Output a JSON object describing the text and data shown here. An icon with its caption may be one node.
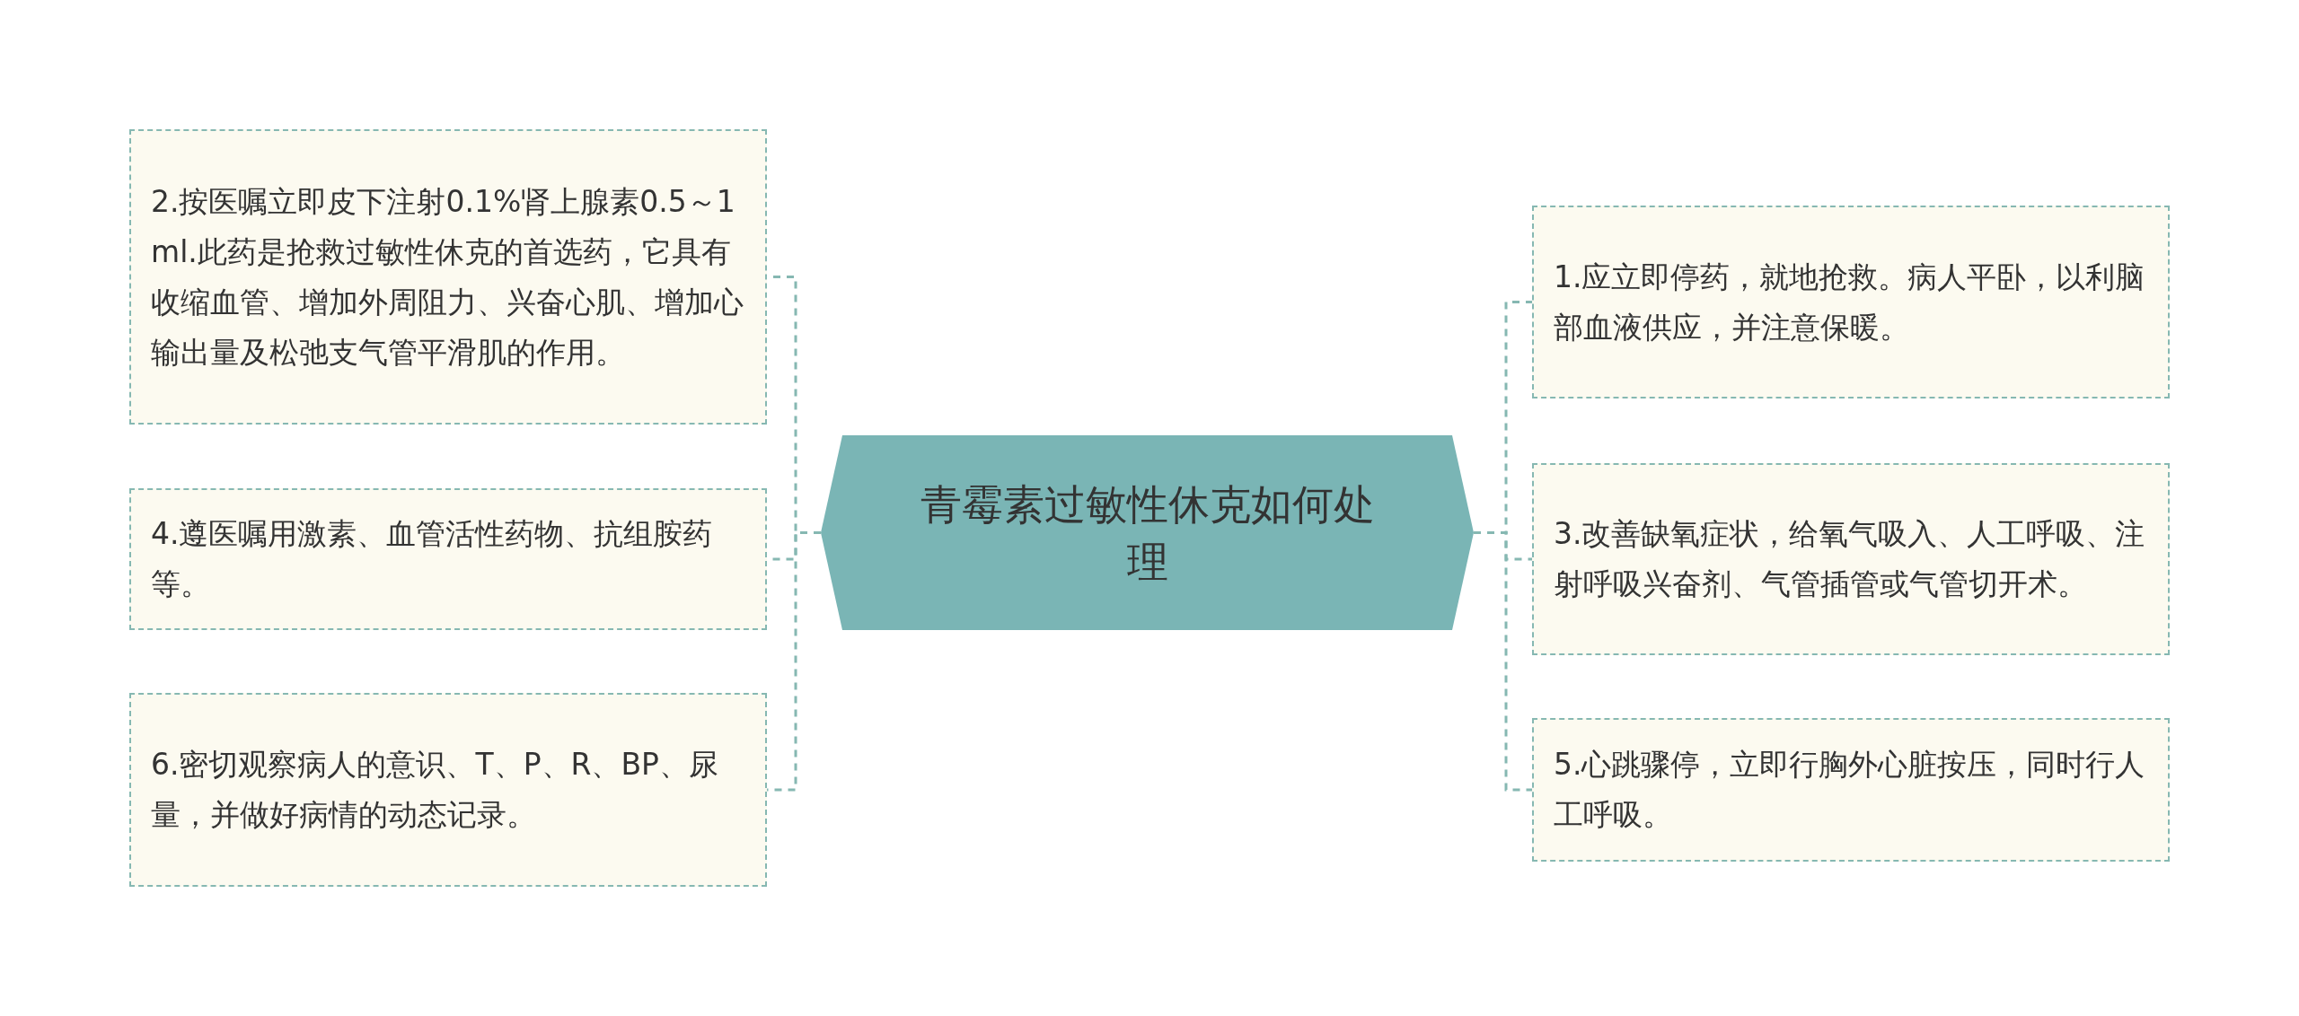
{
  "diagram": {
    "nodes": [
      {
        "text": [
          "青霉素过敏性休克如何处理"
        ]
      },
      {
        "text": [
          "2.按医嘱立即皮下注射0.1%肾上腺素0.5～1ml.此药是抢救过敏性休克的首选药，它具有收缩血管、增加外周阻力、兴奋心肌、增加心输出量及松弛支气管平滑肌的作用。"
        ]
      },
      {
        "text": [
          "4.遵医嘱用激素、血管活性药物、抗组胺药等。"
        ]
      },
      {
        "text": [
          "6.密切观察病人的意识、T、P、R、BP、尿量，并做好病情的动态记录。"
        ]
      },
      {
        "text": [
          "1.应立即停药，就地抢救。病人平卧，以利脑部血液供应，并注意保暖。"
        ]
      },
      {
        "text": [
          "3.改善缺氧症状，给氧气吸入、人工呼吸、注射呼吸兴奋剂、气管插管或气管切开术。"
        ]
      },
      {
        "text": [
          "5.心跳骤停，立即行胸外心脏按压，同时行人工呼吸。"
        ]
      }
    ],
    "edges": [
      {
        "from": 0,
        "to": 1,
        "arrow": "none",
        "style": "dashed"
      },
      {
        "from": 0,
        "to": 2,
        "arrow": "none",
        "style": "dashed"
      },
      {
        "from": 0,
        "to": 3,
        "arrow": "none",
        "style": "dashed"
      },
      {
        "from": 0,
        "to": 4,
        "arrow": "none",
        "style": "dashed"
      },
      {
        "from": 0,
        "to": 5,
        "arrow": "none",
        "style": "dashed"
      },
      {
        "from": 0,
        "to": 6,
        "arrow": "none",
        "style": "dashed"
      }
    ]
  }
}
